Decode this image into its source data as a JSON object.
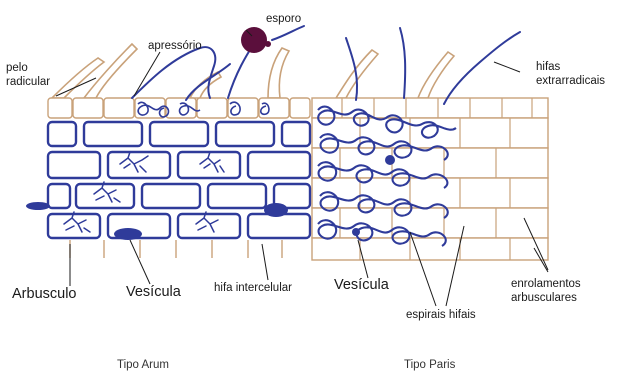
{
  "labels": {
    "pelo_radicular_1": "pelo",
    "pelo_radicular_2": "radicular",
    "apressorio": "apressório",
    "esporo": "esporo",
    "hifas_1": "hifas",
    "hifas_2": "extrarradicais",
    "arbusculo": "Arbusculo",
    "vesicula_left": "Vesícula",
    "hifa_intercelular": "hifa intercelular",
    "vesicula_right": "Vesícula",
    "espirais_hifais": "espirais hifais",
    "enrolamentos_1": "enrolamentos",
    "enrolamentos_2": "arbusculares"
  },
  "captions": {
    "left": "Tipo Arum",
    "right": "Tipo Paris"
  },
  "colors": {
    "hypha": "#2f3b9a",
    "cell_wall": "#c9a27a",
    "spore": "#5b0f3c",
    "text": "#1a1a1a"
  }
}
